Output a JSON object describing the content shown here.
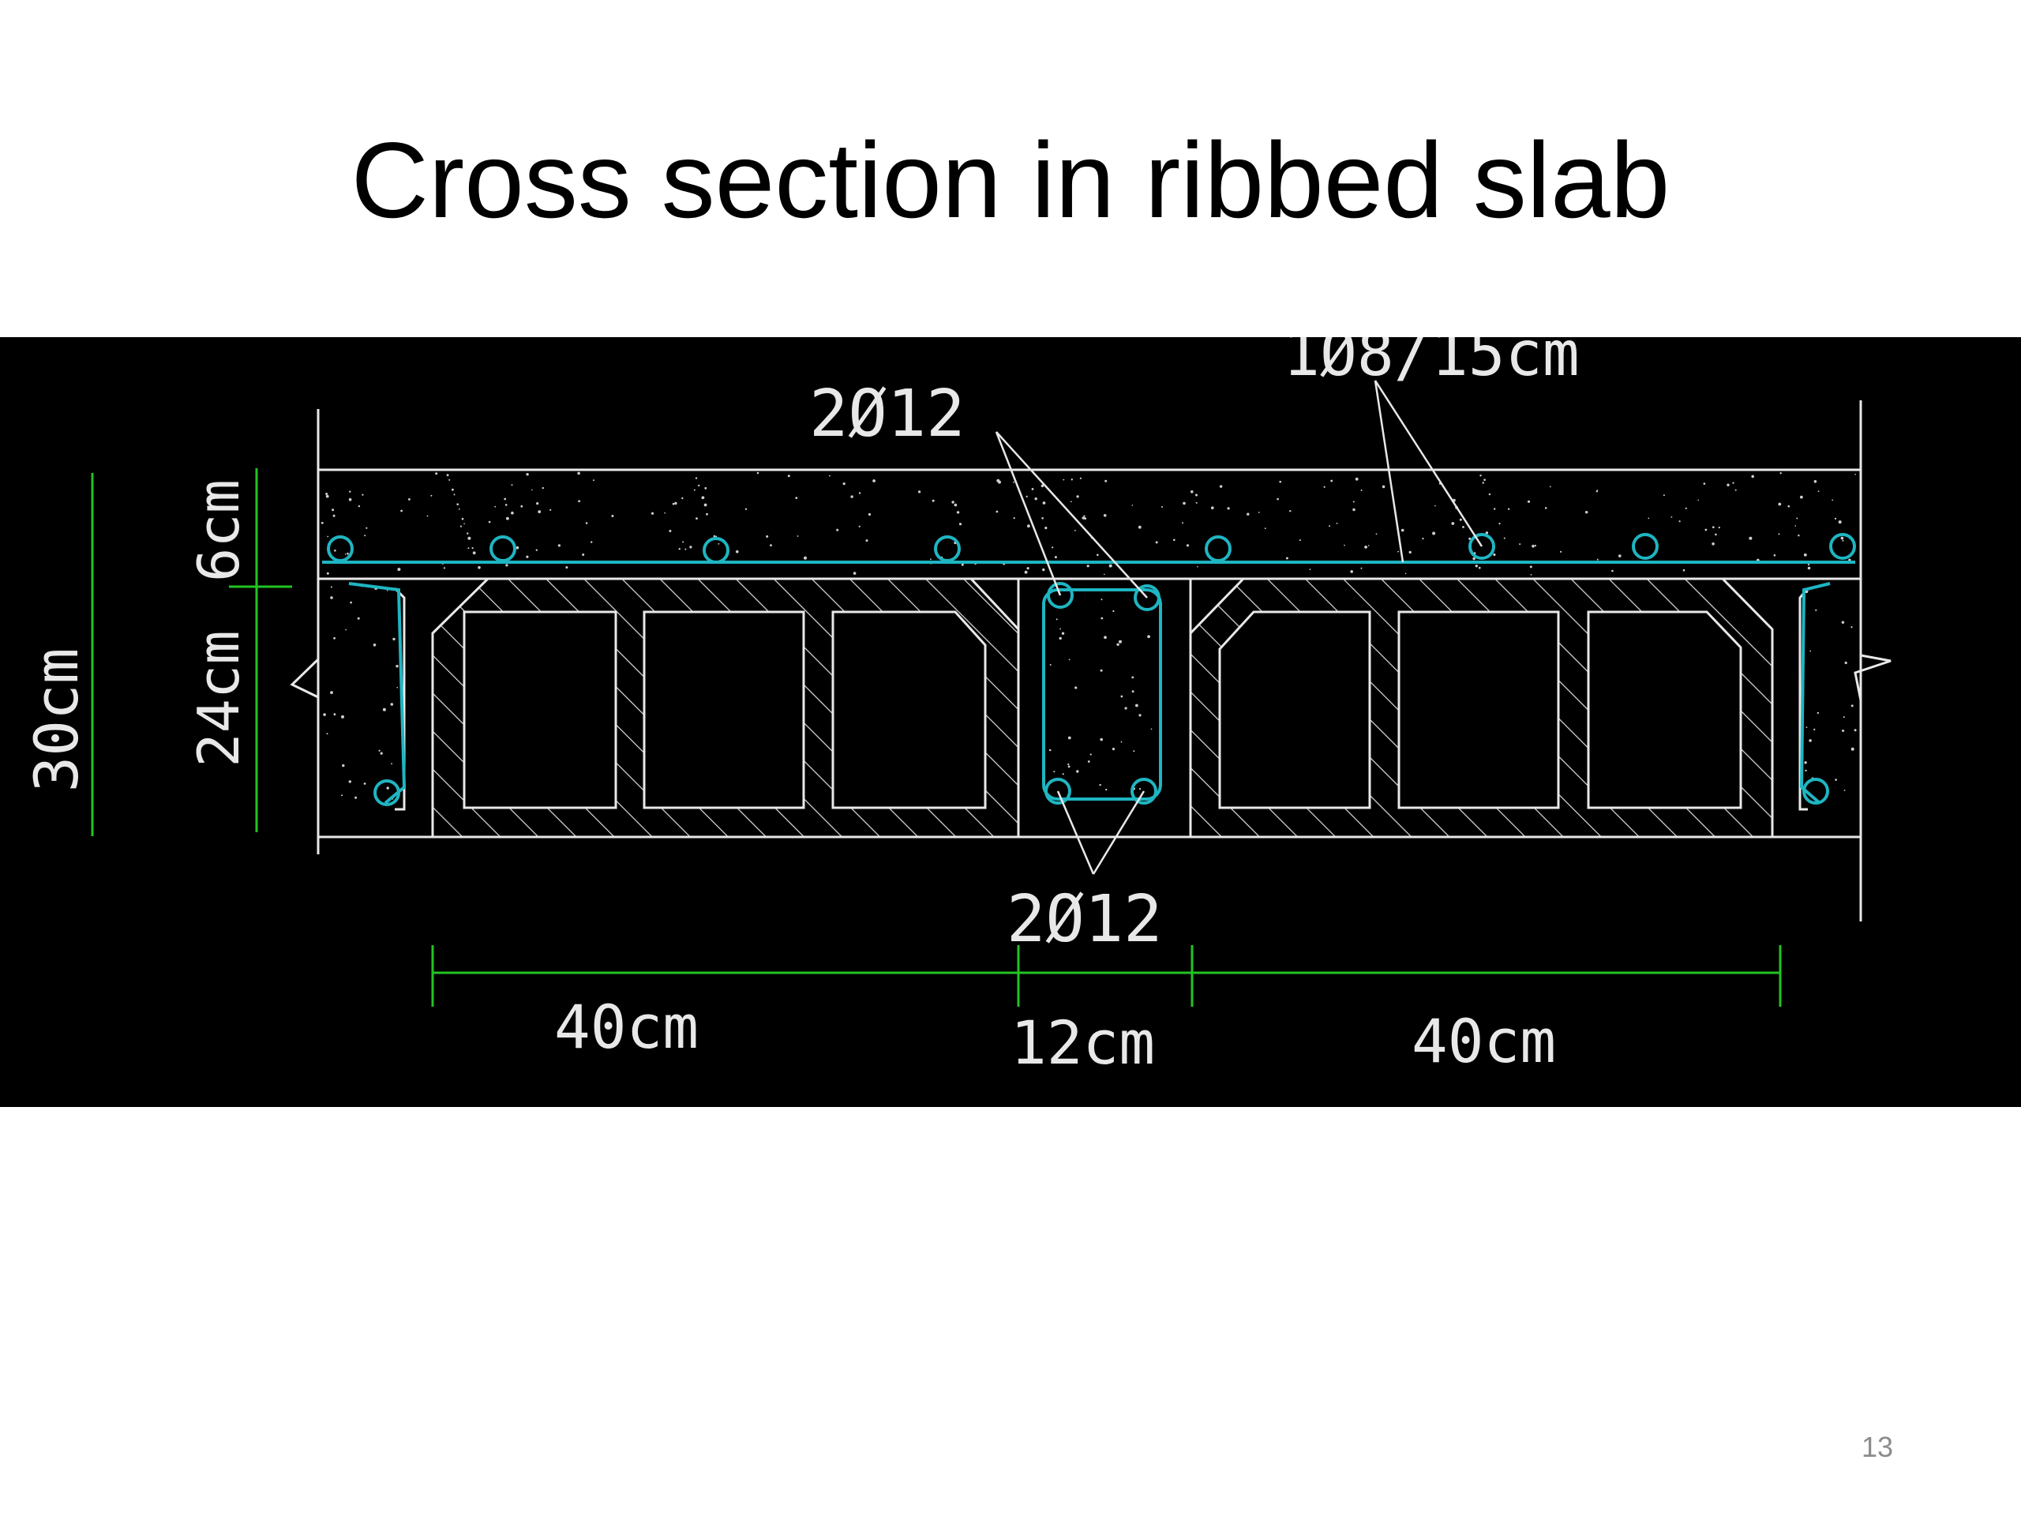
{
  "title": "Cross section in ribbed slab",
  "page_number": "13",
  "drawing": {
    "labels": {
      "top_bars": "2Ø12",
      "mesh_bars": "1Ø8/15cm",
      "bottom_bars": "2Ø12",
      "total_depth": "30cm",
      "topping_depth": "6cm",
      "rib_depth": "24cm",
      "block_width_left": "40cm",
      "rib_width": "12cm",
      "block_width_right": "40cm"
    },
    "colors": {
      "background": "#000000",
      "linework": "#e8e8e8",
      "reinforcement": "#1fb5c2",
      "dimension": "#22c422"
    }
  }
}
